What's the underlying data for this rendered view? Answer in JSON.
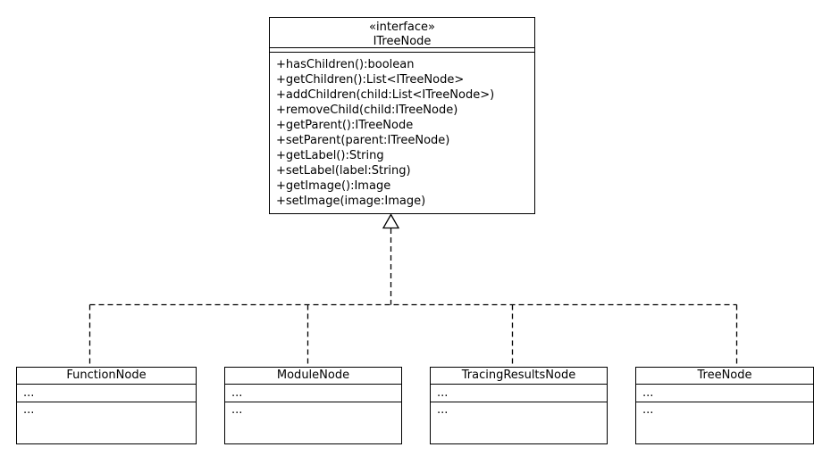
{
  "diagram": {
    "interface": {
      "stereotype": "«interface»",
      "name": "ITreeNode",
      "methods": [
        "+hasChildren():boolean",
        "+getChildren():List<ITreeNode>",
        "+addChildren(child:List<ITreeNode>)",
        "+removeChild(child:ITreeNode)",
        "+getParent():ITreeNode",
        "+setParent(parent:ITreeNode)",
        "+getLabel():String",
        "+setLabel(label:String)",
        "+getImage():Image",
        "+setImage(image:Image)"
      ]
    },
    "classes": [
      {
        "name": "FunctionNode",
        "attributes": "...",
        "methods": "..."
      },
      {
        "name": "ModuleNode",
        "attributes": "...",
        "methods": "..."
      },
      {
        "name": "TracingResultsNode",
        "attributes": "...",
        "methods": "..."
      },
      {
        "name": "TreeNode",
        "attributes": "...",
        "methods": "..."
      }
    ],
    "relationship_type": "realization",
    "colors": {
      "line": "#000000",
      "background": "#ffffff",
      "box_fill": "#ffffff"
    }
  }
}
